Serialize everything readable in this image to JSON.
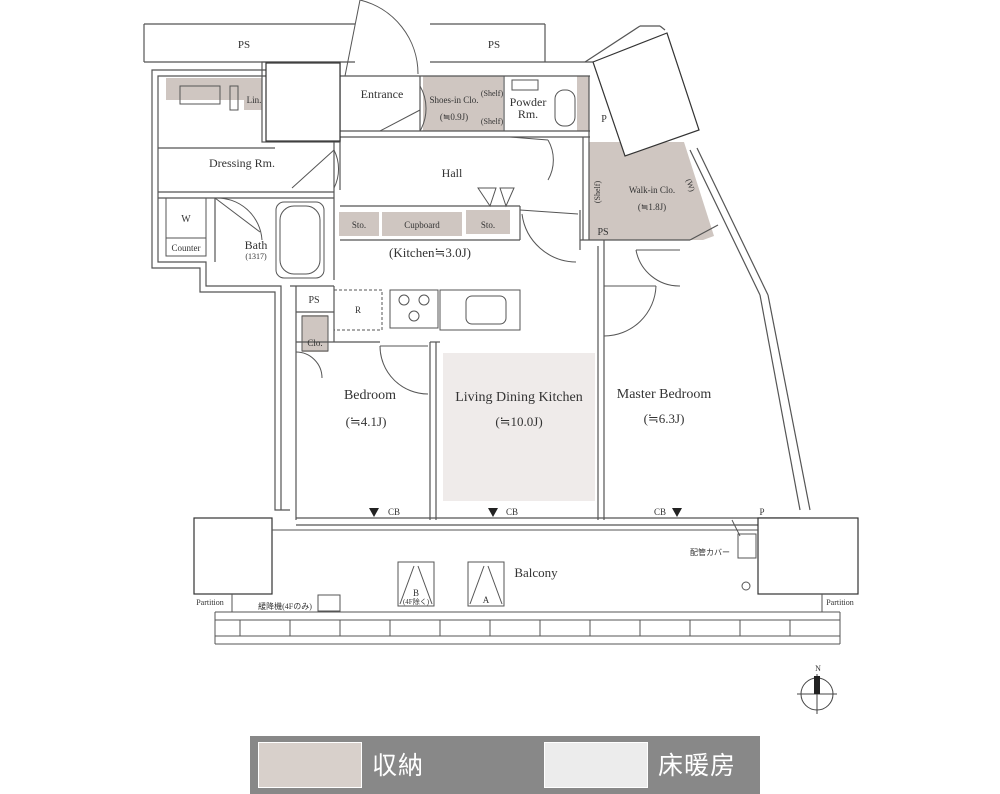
{
  "rooms": {
    "ps_top_left": "PS",
    "ps_top_right": "PS",
    "entrance": "Entrance",
    "shoes_closet": "Shoes-in Clo.",
    "shoes_closet_area": "(≒0.9J)",
    "shelf_upper": "(Shelf)",
    "shelf_lower": "(Shelf)",
    "powder_room_line1": "Powder",
    "powder_room_line2": "Rm.",
    "p_top": "P",
    "linen": "Lin.",
    "dressing_room": "Dressing Rm.",
    "hall": "Hall",
    "walk_in_closet": "Walk-in Clo.",
    "walk_in_closet_area": "(≒1.8J)",
    "walk_in_shelf_left": "(Shelf)",
    "walk_in_shelf_right": "(W)",
    "ps_right": "PS",
    "washer": "W",
    "counter": "Counter",
    "bath": "Bath",
    "bath_size": "(1317)",
    "storage_left": "Sto.",
    "cupboard": "Cupboard",
    "storage_right": "Sto.",
    "kitchen": "(Kitchen≒3.0J)",
    "ps_mid": "PS",
    "refrigerator": "R",
    "closet": "Clo.",
    "bedroom": "Bedroom",
    "bedroom_area": "(≒4.1J)",
    "ldk": "Living Dining Kitchen",
    "ldk_area": "(≒10.0J)",
    "master_bedroom": "Master Bedroom",
    "master_bedroom_area": "(≒6.3J)",
    "cb_1": "CB",
    "cb_2": "CB",
    "cb_3": "CB",
    "p_balcony": "P",
    "pipe_cover": "配管カバー",
    "balcony": "Balcony",
    "ac_b": "B",
    "ac_b_note": "(4F除く)",
    "ac_a": "A",
    "partition_left": "Partition",
    "partition_right": "Partition",
    "escape_ladder": "緩降機(4Fのみ)",
    "north": "N"
  },
  "legend": {
    "storage": "収納",
    "floor_heating": "床暖房"
  },
  "colors": {
    "storage": "#cfc6c1",
    "floor_heating": "#efebea",
    "wall": "#555555",
    "column": "#ffffff",
    "legend_bg": "#888888",
    "legend_storage_swatch": "#d8d0cb",
    "legend_heating_swatch": "#ececec"
  }
}
